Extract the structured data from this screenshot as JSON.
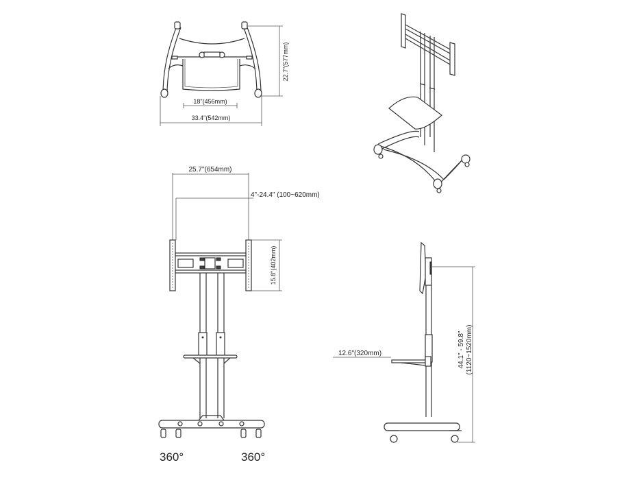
{
  "diagram": {
    "subject": "Mobile TV stand dimension drawing",
    "views": {
      "top_view": {
        "labels": {
          "depth": "22.7\"(577mm)",
          "shelf_width": "18\"(456mm)",
          "base_width": "33.4\"(542mm)"
        }
      },
      "isometric_view": {},
      "front_view": {
        "labels": {
          "bracket_width": "25.7\"(654mm)",
          "vesa_range": "4\"-24.4\" (100~620mm)",
          "bracket_height": "15.8\"(402mm)",
          "caster_left": "360°",
          "caster_right": "360°"
        }
      },
      "side_view": {
        "labels": {
          "shelf_depth": "12.6\"(320mm)",
          "height_range_line1": "44.1\" - 59.8\"",
          "height_range_line2": "(1120~1520mm)"
        }
      }
    },
    "colors": {
      "line": "#333333",
      "background": "#ffffff"
    }
  }
}
